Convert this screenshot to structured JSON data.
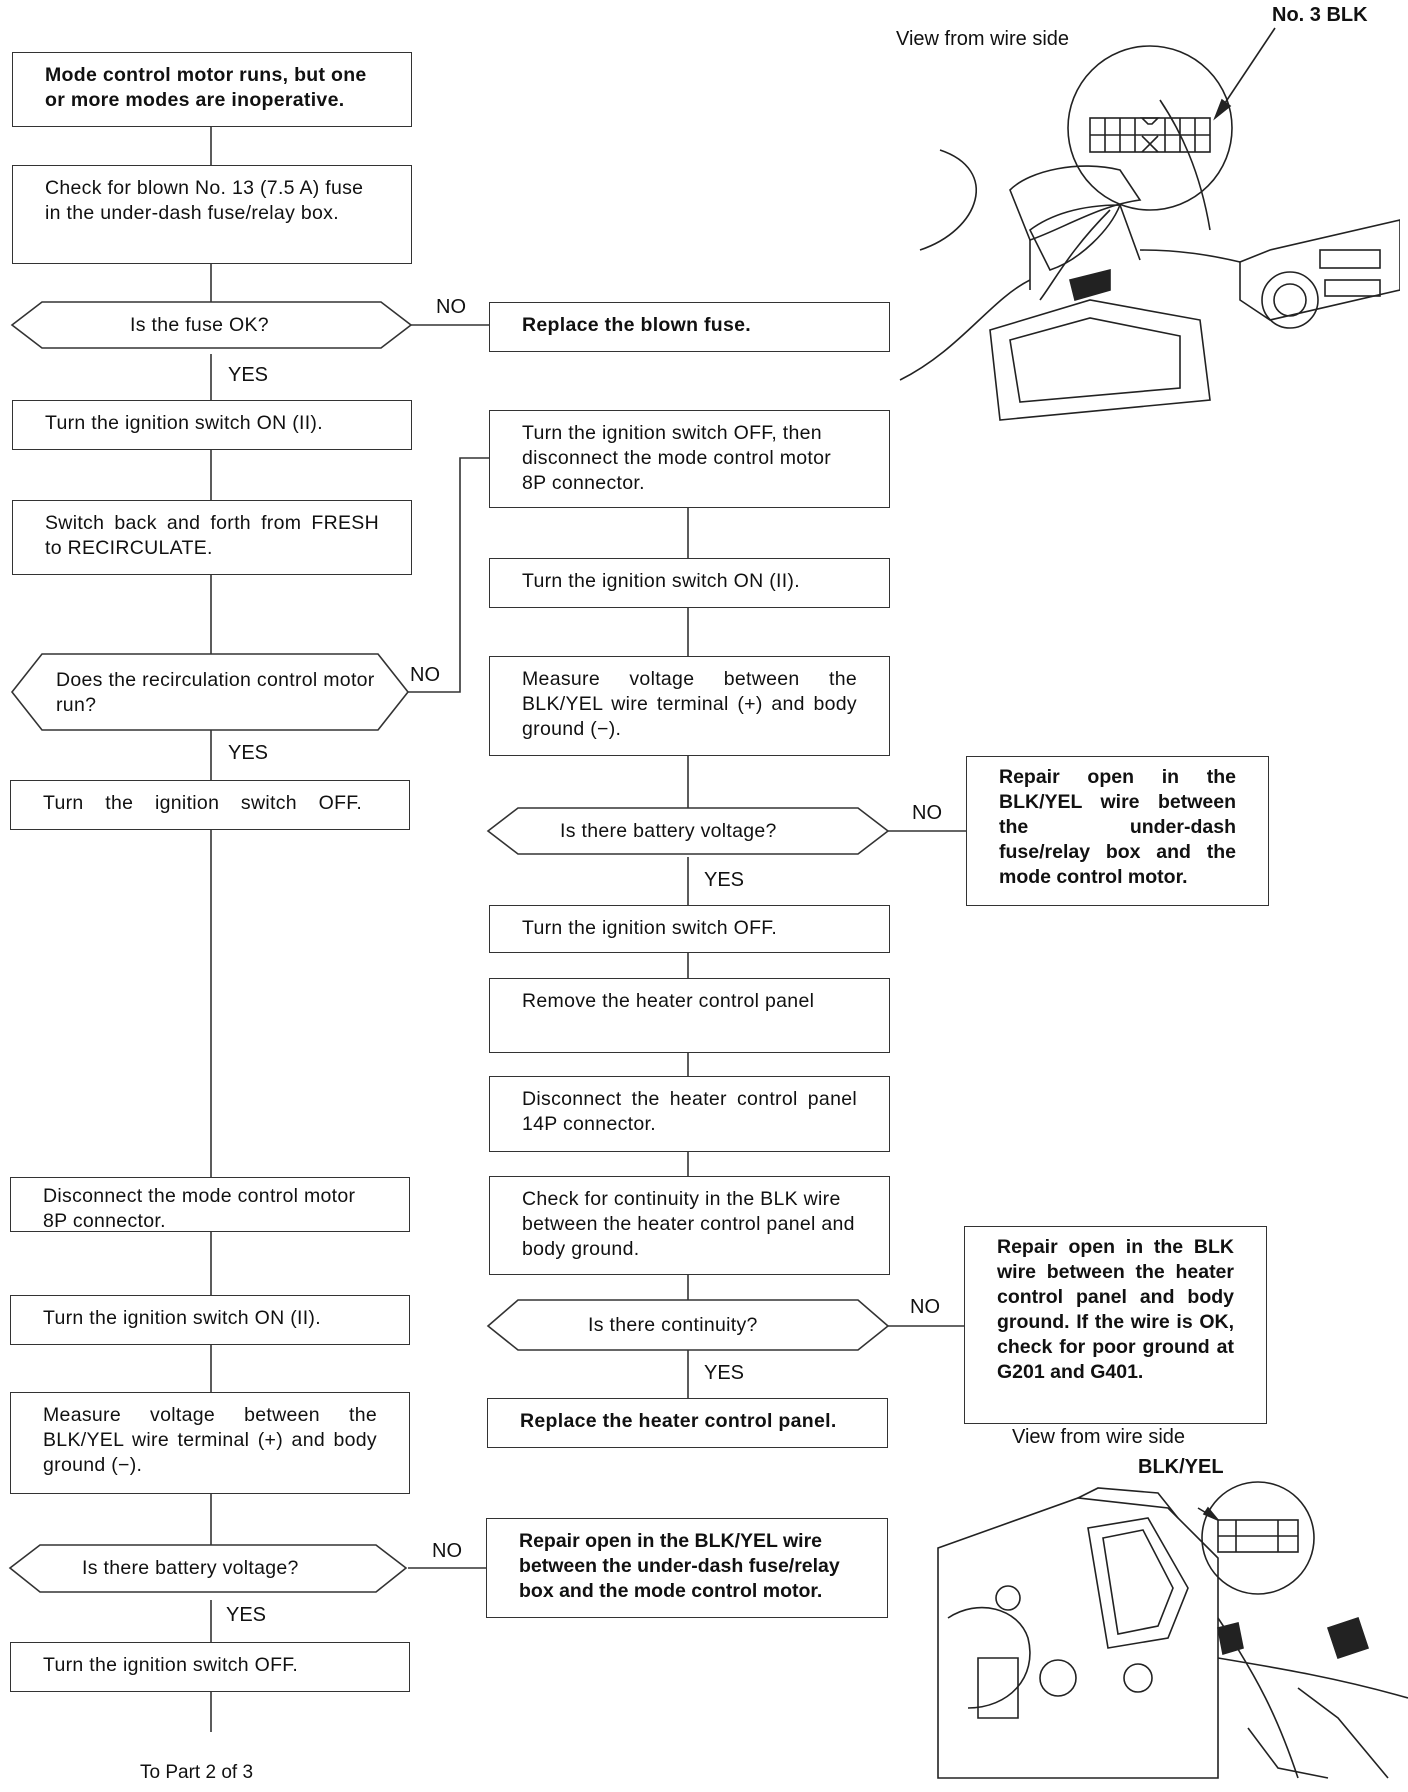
{
  "flow": {
    "start": "Mode control motor runs, but one or more modes are inoperative.",
    "check_fuse": "Check for blown No. 13 (7.5 A) fuse in the under-dash fuse/relay box.",
    "q_fuse": "Is the fuse OK?",
    "replace_fuse": "Replace the blown fuse.",
    "ign_on_1": "Turn the ignition switch ON (II).",
    "switch_fresh": "Switch back and forth from FRESH to RECIRCULATE.",
    "q_recirc": "Does the recirculation control motor run?",
    "ign_off_1": "Turn the ignition switch OFF.",
    "ign_off_disconnect": "Turn the ignition switch OFF, then disconnect the mode control motor 8P connector.",
    "ign_on_2": "Turn the ignition switch ON (II).",
    "measure_1": "Measure voltage between the BLK/YEL wire terminal (+) and body ground (−).",
    "q_voltage_1": "Is there battery voltage?",
    "repair_1": "Repair open in the BLK/YEL wire between the under-dash fuse/relay box and the mode control motor.",
    "ign_off_2": "Turn the ignition switch OFF.",
    "remove_panel": "Remove the heater control panel",
    "disconnect_14p": "Disconnect the heater control panel 14P connector.",
    "check_continuity": "Check for continuity in the BLK wire between the heater control panel and body ground.",
    "q_continuity": "Is there continuity?",
    "repair_blk": "Repair open in the BLK wire between the heater control panel and body ground. If the wire is OK, check for poor ground at G201 and G401.",
    "replace_panel": "Replace the heater control panel.",
    "disconnect_8p": "Disconnect the mode control motor 8P connector.",
    "ign_on_3": "Turn the ignition switch ON (II).",
    "measure_2": "Measure voltage between the BLK/YEL wire terminal (+) and body ground (−).",
    "q_voltage_2": "Is there battery voltage?",
    "repair_2": "Repair open in the BLK/YEL wire between the under-dash fuse/relay box and the mode control motor.",
    "ign_off_3": "Turn the ignition switch OFF.",
    "to_part": "To Part 2 of 3"
  },
  "labels": {
    "yes": "YES",
    "no": "NO"
  },
  "illustrations": {
    "top_view": "View from wire side",
    "top_wire": "No. 3 BLK",
    "bottom_view": "View from wire side",
    "bottom_wire": "BLK/YEL"
  }
}
